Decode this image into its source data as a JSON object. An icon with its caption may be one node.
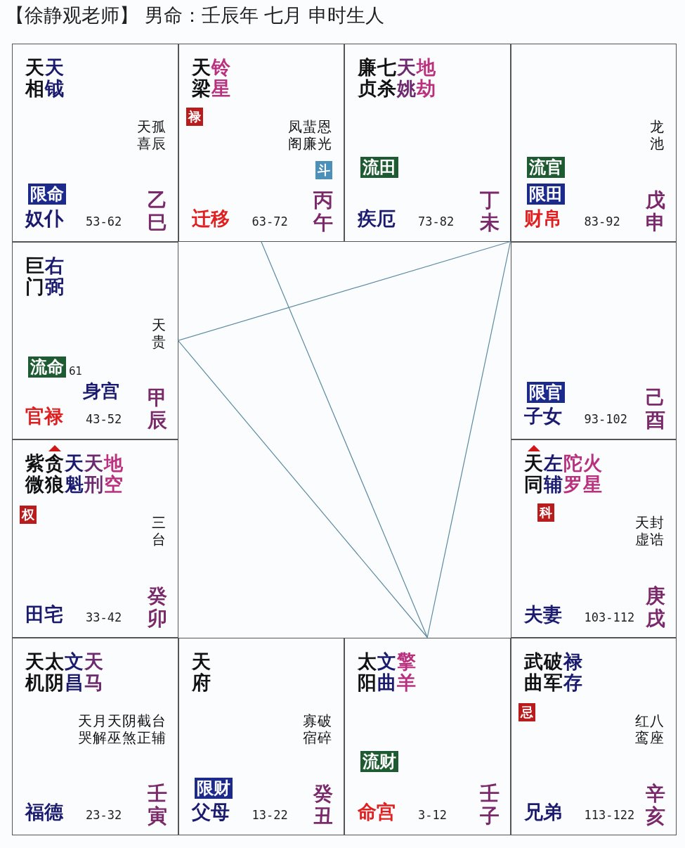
{
  "diagram": {
    "title": "【徐静观老师】 男命：壬辰年 七月 申时生人",
    "nodes": [
      {
        "text": [
          "天相",
          "天钺",
          "天喜",
          "孤辰",
          "奴仆",
          "53-62",
          "乙巳"
        ]
      },
      {
        "text": [
          "限命"
        ],
        "in": 0
      },
      {
        "text": [
          "天梁",
          "铃星",
          "凤阁",
          "蜚廉",
          "恩光",
          "迁移",
          "63-72",
          "丙午"
        ]
      },
      {
        "text": [
          "禄"
        ],
        "in": 2
      },
      {
        "text": [
          "斗"
        ],
        "in": 2
      },
      {
        "text": [
          "廉贞",
          "七杀",
          "天姚",
          "地劫",
          "疾厄",
          "73-82",
          "丁未"
        ]
      },
      {
        "text": [
          "流田"
        ],
        "in": 5
      },
      {
        "text": [
          "龙池",
          "财帛",
          "83-92",
          "戊申"
        ]
      },
      {
        "text": [
          "流官"
        ],
        "in": 7
      },
      {
        "text": [
          "限田"
        ],
        "in": 7
      },
      {
        "text": [
          "巨门",
          "右弼",
          "天贵",
          "身宫",
          "官禄",
          "43-52",
          "甲辰"
        ]
      },
      {
        "text": [
          "流命"
        ],
        "in": 10,
        "beside": [
          "61"
        ]
      },
      {
        "text": [
          "子女",
          "93-102",
          "己酉"
        ]
      },
      {
        "text": [
          "限官"
        ],
        "in": 12
      },
      {
        "text": [
          "紫微",
          "贪狼",
          "天魁",
          "天刑",
          "地空",
          "三台",
          "田宅",
          "33-42",
          "癸卯"
        ]
      },
      {
        "text": [
          "权"
        ],
        "in": 14
      },
      {
        "text": [
          "天同",
          "左辅",
          "陀罗",
          "火星",
          "天虚",
          "封诰",
          "夫妻",
          "103-112",
          "庚戌"
        ]
      },
      {
        "text": [
          "科"
        ],
        "in": 16
      },
      {
        "text": [
          "天机",
          "太阴",
          "文昌",
          "天马",
          "天哭",
          "月解",
          "天巫",
          "阴煞",
          "截正",
          "台辅",
          "福德",
          "23-32",
          "壬寅"
        ]
      },
      {
        "text": [
          "天府",
          "寡宿",
          "破碎",
          "父母",
          "13-22",
          "癸丑"
        ]
      },
      {
        "text": [
          "限财"
        ],
        "in": 19
      },
      {
        "text": [
          "太阳",
          "文曲",
          "擎羊",
          "命宫",
          "3-12",
          "壬子"
        ]
      },
      {
        "text": [
          "流财"
        ],
        "in": 21
      },
      {
        "text": [
          "武曲",
          "破军",
          "禄存",
          "红鸾",
          "八座",
          "兄弟",
          "113-122",
          "辛亥"
        ]
      },
      {
        "text": [
          "忌"
        ],
        "in": 23
      }
    ],
    "edges": [
      {
        "from": 7,
        "to": 10,
        "arrow": "none"
      },
      {
        "from": 7,
        "to": 21,
        "arrow": "none"
      },
      {
        "from": 10,
        "to": 21,
        "arrow": "none"
      },
      {
        "from": 2,
        "to": 21,
        "arrow": "none"
      }
    ]
  }
}
